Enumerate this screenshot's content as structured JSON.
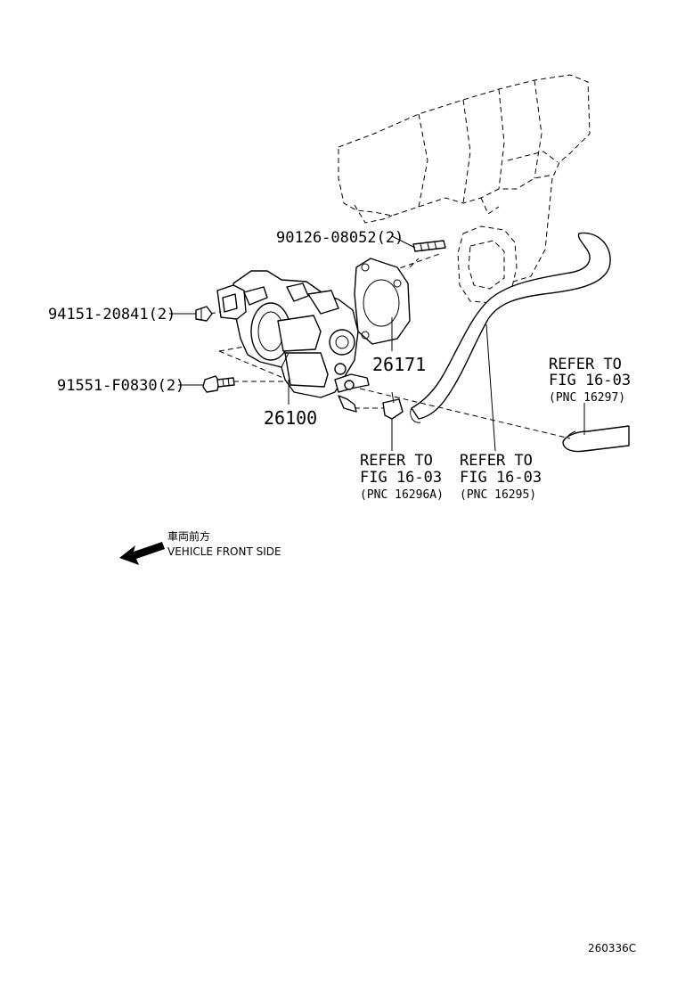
{
  "parts": {
    "stud_bolt": "90126-08052(2)",
    "nut": "94151-20841(2)",
    "flange_bolt": "91551-F0830(2)",
    "throttle_body": "26100",
    "gasket": "26171"
  },
  "refs": {
    "right_hose": {
      "line1": "REFER TO",
      "line2": "FIG 16-03",
      "line3": "(PNC 16297)"
    },
    "left_hose": {
      "line1": "REFER TO",
      "line2": "FIG 16-03",
      "line3": "(PNC 16296A)"
    },
    "center_hose": {
      "line1": "REFER TO",
      "line2": "FIG 16-03",
      "line3": "(PNC 16295)"
    }
  },
  "direction": {
    "japanese": "車両前方",
    "english": "VEHICLE FRONT SIDE"
  },
  "figure_code": "260336C"
}
